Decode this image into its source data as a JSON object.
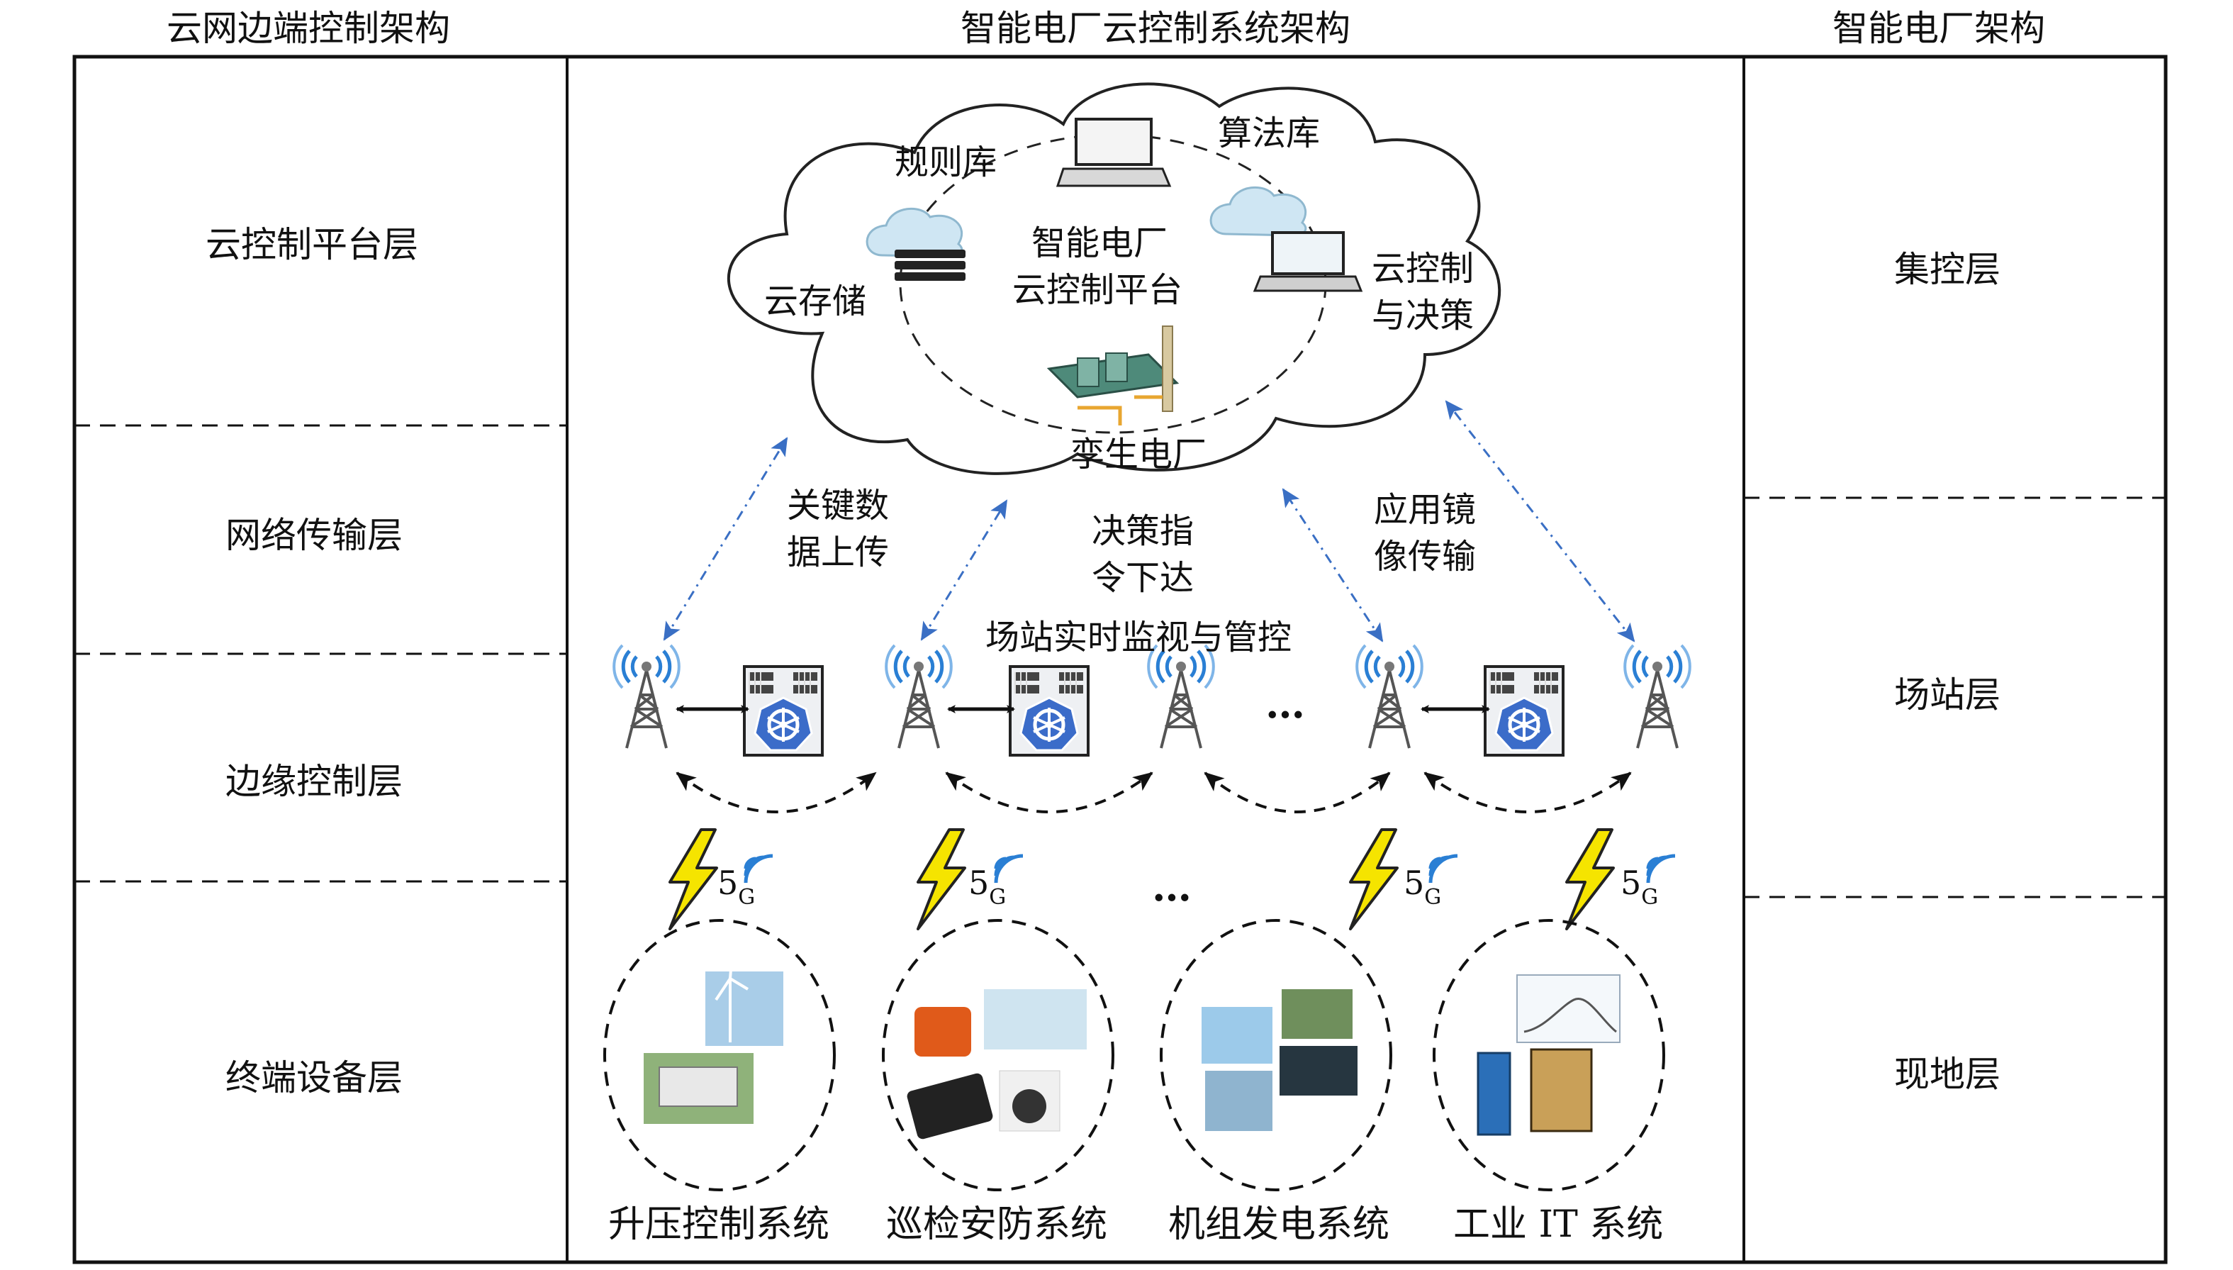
{
  "headers": {
    "left": "云网边端控制架构",
    "center": "智能电厂云控制系统架构",
    "right": "智能电厂架构"
  },
  "left_layers": [
    "云控制平台层",
    "网络传输层",
    "边缘控制层",
    "终端设备层"
  ],
  "right_layers": [
    "集控层",
    "场站层",
    "现地层"
  ],
  "cloud": {
    "rules": "规则库",
    "algorithms": "算法库",
    "storage": "云存储",
    "platform_line1": "智能电厂",
    "platform_line2": "云控制平台",
    "decision_line1": "云控制",
    "decision_line2": "与决策",
    "twin": "孪生电厂"
  },
  "flows": {
    "upload_line1": "关键数",
    "upload_line2": "据上传",
    "command_line1": "决策指",
    "command_line2": "令下达",
    "mirror_line1": "应用镜",
    "mirror_line2": "像传输",
    "station_monitor": "场站实时监视与管控"
  },
  "ellipsis": "…",
  "wireless": {
    "label": "5",
    "sub": "G"
  },
  "systems": [
    "升压控制系统",
    "巡检安防系统",
    "机组发电系统",
    "工业 IT 系统"
  ],
  "colors": {
    "border": "#111111",
    "link_arrow": "#3a6fc4",
    "signal_blue": "#2a7fd4",
    "lightning": "#f5e400",
    "kube_blue": "#3b6cc9"
  }
}
